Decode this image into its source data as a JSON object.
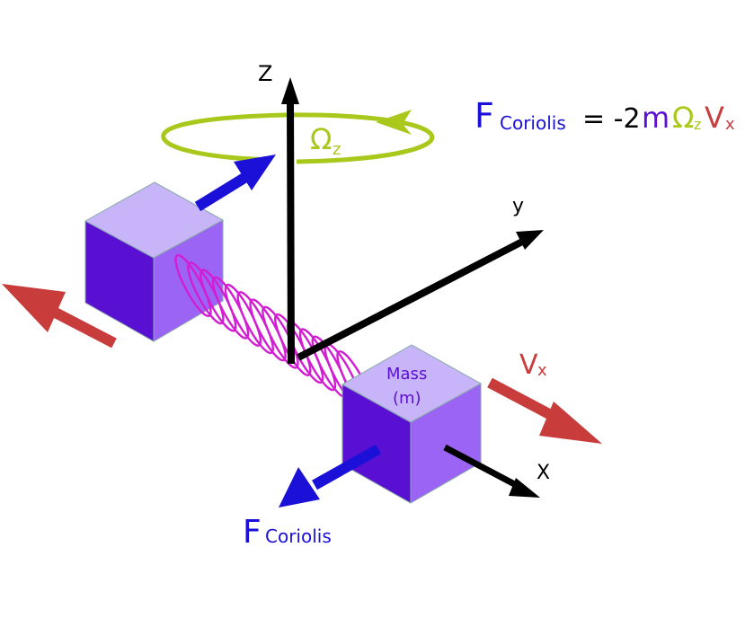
{
  "diagram": {
    "axes": {
      "z_label": "Z",
      "y_label": "y",
      "x_label": "X"
    },
    "omega_label": {
      "main": "Ω",
      "sub": "z"
    },
    "equation": {
      "f": "F",
      "f_sub": "Coriolis",
      "eq": "= -2",
      "m": "m",
      "omega": "Ω",
      "omega_sub": "z",
      "v": "V",
      "v_sub": "x"
    },
    "mass_label": {
      "line1": "Mass",
      "line2": "(m)"
    },
    "velocity_label": {
      "main": "V",
      "sub": "x"
    },
    "force_label": {
      "main": "F",
      "sub": "Coriolis"
    },
    "colors": {
      "axis": "#000000",
      "force": "#1a10d8",
      "velocity": "#c83c3c",
      "omega": "#a8c81c",
      "mass_dark": "#5a10d2",
      "mass_light": "#c8b4f8",
      "mass_side": "#9c64f4",
      "spring": "#d21ed2"
    }
  }
}
